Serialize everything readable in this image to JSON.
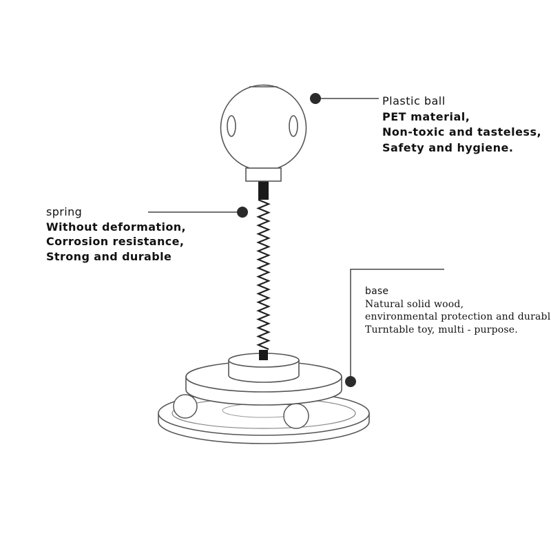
{
  "callouts": {
    "ball": {
      "lines": [
        "Plastic ball",
        "PET material,",
        "Non-toxic and tasteless,",
        "Safety and hygiene."
      ]
    },
    "spring": {
      "lines": [
        "spring",
        "Without deformation,",
        "Corrosion resistance,",
        "Strong and durable"
      ]
    },
    "base": {
      "lines": [
        "base",
        "Natural solid wood,",
        "environmental protection and durable",
        "Turntable toy, multi - purpose."
      ]
    }
  },
  "colors": {
    "line": "#444444",
    "dot": "#2b2b2b",
    "spring_coil": "#222222",
    "text": "#111111"
  }
}
